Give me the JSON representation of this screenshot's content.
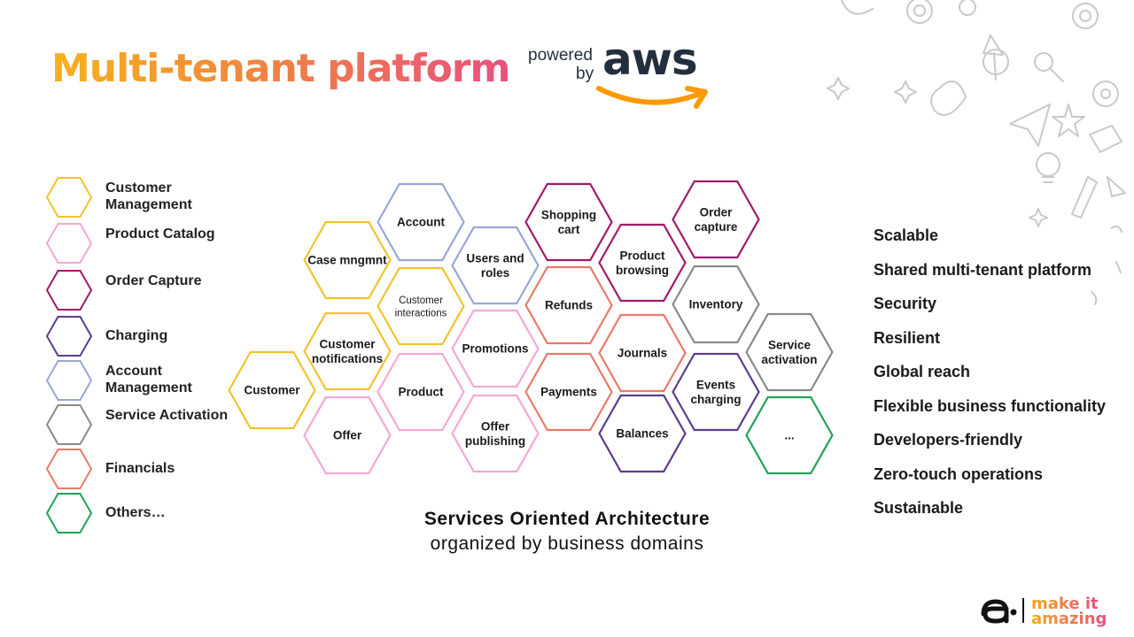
{
  "title": "Multi-tenant platform",
  "aws": {
    "powered": "powered",
    "by": "by",
    "logo": "aws",
    "ink": "#232f3e",
    "smile": "#ff9900"
  },
  "legend": [
    {
      "label": "Customer Management",
      "color": "#f2c230"
    },
    {
      "label": "Product Catalog",
      "color": "#f5a8d4"
    },
    {
      "label": "Order Capture",
      "color": "#a11a6b"
    },
    {
      "label": "Charging",
      "color": "#5b3d8f"
    },
    {
      "label": "Account Management",
      "color": "#9aa6d8"
    },
    {
      "label": "Service Activation",
      "color": "#8a8a8a"
    },
    {
      "label": "Financials",
      "color": "#e97a6a"
    },
    {
      "label": "Others…",
      "color": "#1fa35a"
    }
  ],
  "services": [
    {
      "label": "Account",
      "domain": 4
    },
    {
      "label": "Case mngmnt",
      "domain": 0
    },
    {
      "label": "Customer interactions",
      "domain": 0
    },
    {
      "label": "Customer notifications",
      "domain": 0
    },
    {
      "label": "Customer",
      "domain": 0
    },
    {
      "label": "Product",
      "domain": 1
    },
    {
      "label": "Offer",
      "domain": 1
    },
    {
      "label": "Users and roles",
      "domain": 4
    },
    {
      "label": "Promotions",
      "domain": 1
    },
    {
      "label": "Offer publishing",
      "domain": 1
    },
    {
      "label": "Shopping cart",
      "domain": 2
    },
    {
      "label": "Refunds",
      "domain": 6
    },
    {
      "label": "Payments",
      "domain": 6
    },
    {
      "label": "Product browsing",
      "domain": 2
    },
    {
      "label": "Journals",
      "domain": 6
    },
    {
      "label": "Balances",
      "domain": 3
    },
    {
      "label": "Order capture",
      "domain": 2
    },
    {
      "label": "Inventory",
      "domain": 5
    },
    {
      "label": "Events charging",
      "domain": 3
    },
    {
      "label": "Service activation",
      "domain": 5
    },
    {
      "label": "...",
      "domain": 7
    }
  ],
  "caption": {
    "line1": "Services Oriented Architecture",
    "line2": "organized by business domains"
  },
  "benefits": [
    "Scalable",
    "Shared multi-tenant platform",
    "Security",
    "Resilient",
    "Global reach",
    "Flexible business functionality",
    "Developers-friendly",
    "Zero-touch operations",
    "Sustainable"
  ],
  "brand": {
    "tagline_1": "make it",
    "tagline_2": "amazing"
  }
}
